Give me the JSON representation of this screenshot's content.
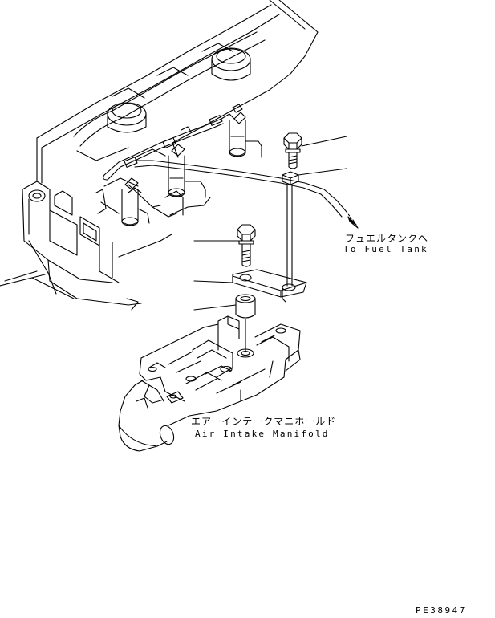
{
  "callouts": {
    "fuel_tank_jp": "フュエルタンクへ",
    "fuel_tank_en": "To Fuel Tank",
    "intake_jp": "エアーインテークマニホールド",
    "intake_en": "Air Intake Manifold"
  },
  "drawing_code": "PE38947"
}
